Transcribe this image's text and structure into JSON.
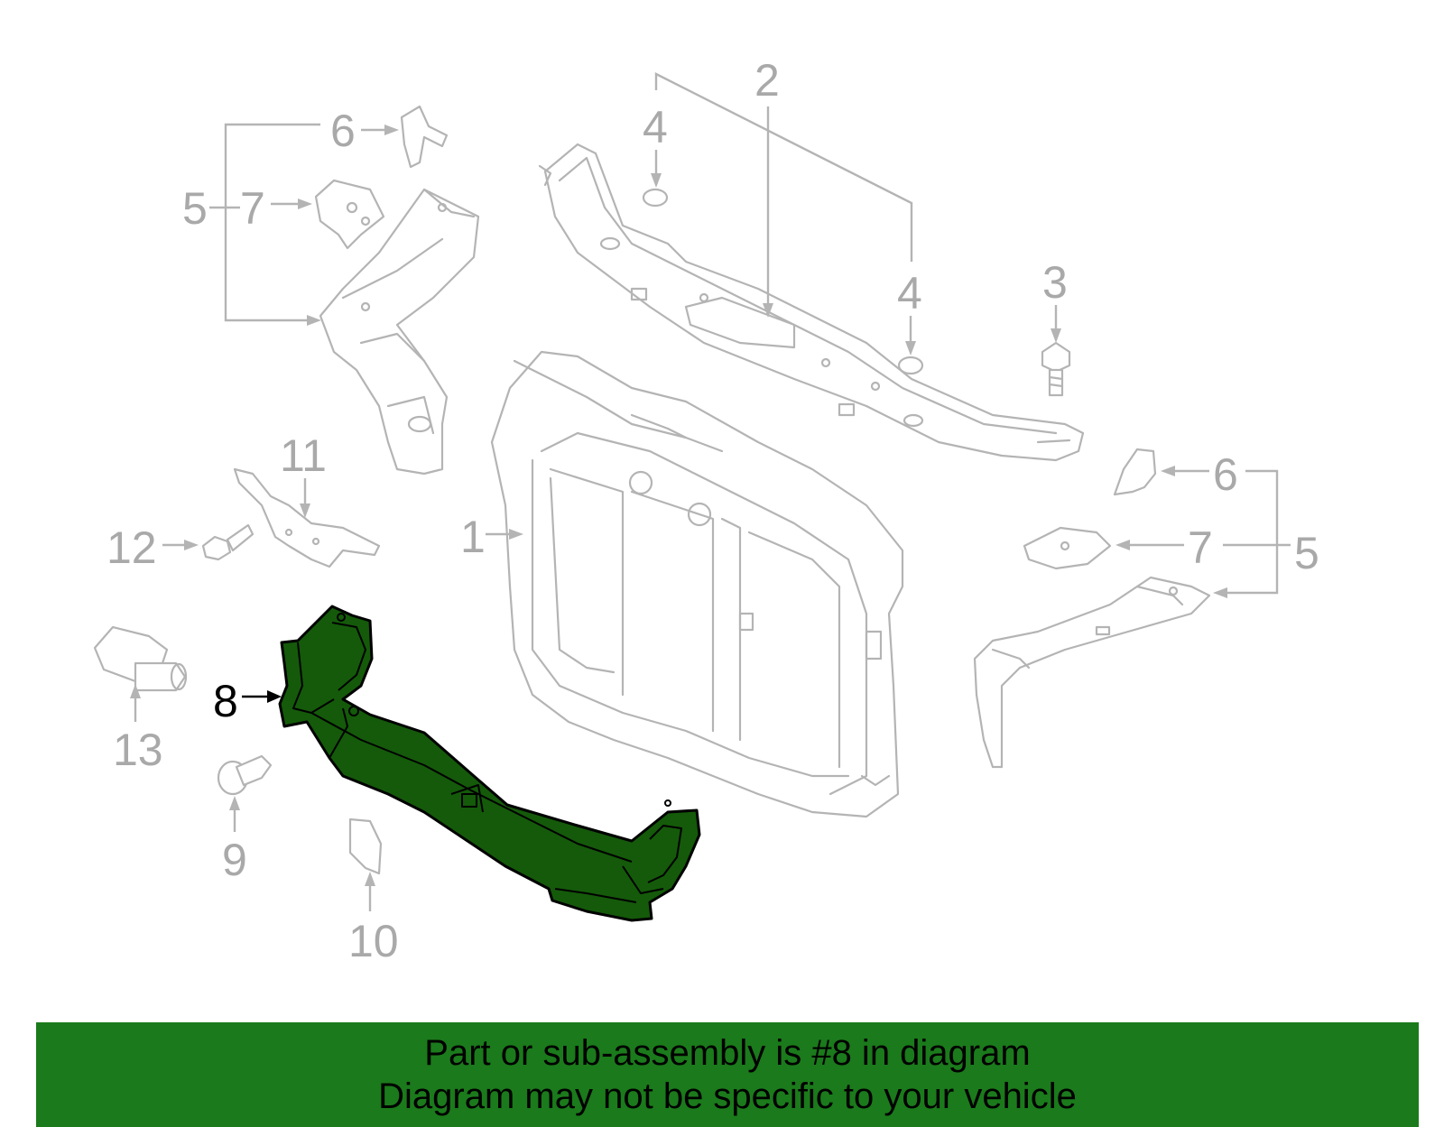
{
  "diagram": {
    "callouts": {
      "c1": "1",
      "c2": "2",
      "c3": "3",
      "c4a": "4",
      "c4b": "4",
      "c5a": "5",
      "c5b": "5",
      "c6a": "6",
      "c6b": "6",
      "c7a": "7",
      "c7b": "7",
      "c8": "8",
      "c9": "9",
      "c10": "10",
      "c11": "11",
      "c12": "12",
      "c13": "13"
    },
    "highlighted_part": "8",
    "colors": {
      "highlight_fill": "#145a0a",
      "banner": "#1b7a1b",
      "linework": "#b4b4b4"
    }
  },
  "banner": {
    "line1": "Part or sub-assembly is #8 in diagram",
    "line2": "Diagram may not be specific to your vehicle"
  }
}
